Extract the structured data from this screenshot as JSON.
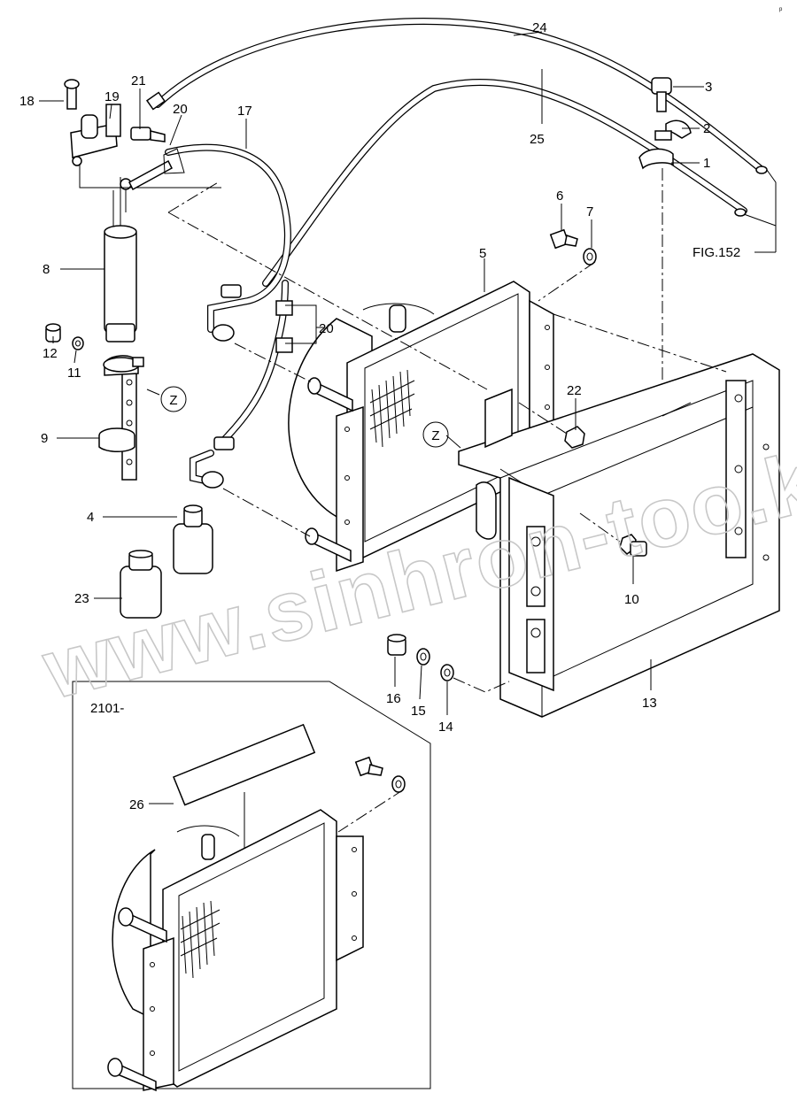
{
  "labels": {
    "p1": "1",
    "p2": "2",
    "p3": "3",
    "p4": "4",
    "p5": "5",
    "p6": "6",
    "p7": "7",
    "p8": "8",
    "p9": "9",
    "p10": "10",
    "p11": "11",
    "p12": "12",
    "p13": "13",
    "p14": "14",
    "p15": "15",
    "p16": "16",
    "p17": "17",
    "p18": "18",
    "p19": "19",
    "p20a": "20",
    "p20b": "20",
    "p21": "21",
    "p22": "22",
    "p23": "23",
    "p24": "24",
    "p25": "25",
    "p26": "26",
    "fig_ref": "FIG.152",
    "detail_z1": "Z",
    "detail_z2": "Z",
    "inset_serial": "2101-",
    "corner_mark": "p"
  },
  "watermark": "www.sinhron-too.kz",
  "colors": {
    "line": "#000000",
    "background": "#ffffff",
    "watermark": "#c8c8c8"
  }
}
